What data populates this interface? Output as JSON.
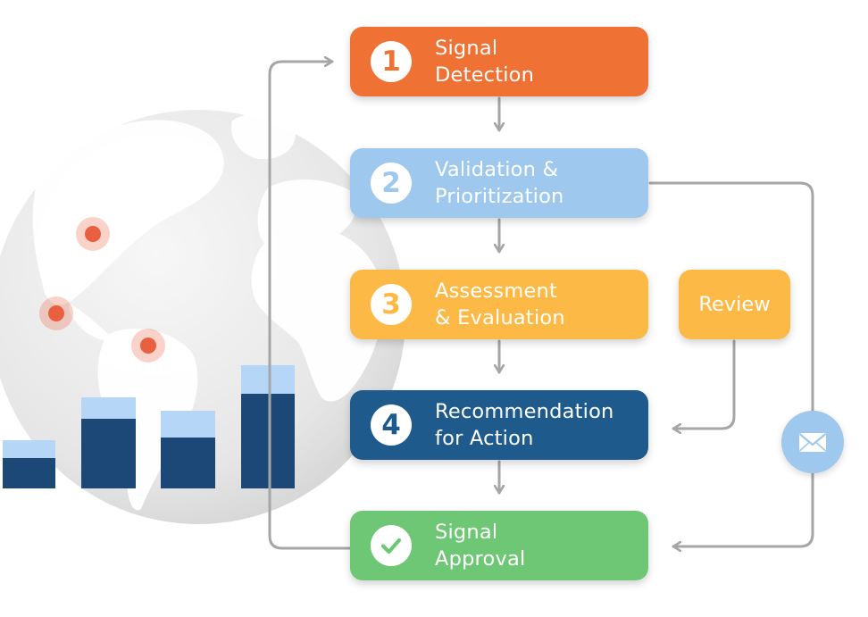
{
  "steps": [
    {
      "number": "1",
      "line1": "Signal",
      "line2": "Detection"
    },
    {
      "number": "2",
      "line1": "Validation &",
      "line2": "Prioritization"
    },
    {
      "number": "3",
      "line1": "Assessment",
      "line2": "& Evaluation"
    },
    {
      "number": "4",
      "line1": "Recommendation",
      "line2": "for Action"
    },
    {
      "icon": "checkmark-icon",
      "line1": "Signal",
      "line2": "Approval"
    }
  ],
  "review": {
    "label": "Review"
  },
  "icons": {
    "mail": "envelope-icon",
    "globe": "globe-illustration",
    "hotspots": "location-dot-icon",
    "bars": "bar-chart-illustration"
  },
  "colors": {
    "step1": "#f07134",
    "step2": "#9ec8ee",
    "step3": "#fdb945",
    "step4": "#1e5b8c",
    "step5": "#6ec774",
    "connector": "#a6a6a6",
    "hotspot": "#e8603f",
    "bar_dark": "#1b4877",
    "bar_light": "#b5d6f7"
  }
}
